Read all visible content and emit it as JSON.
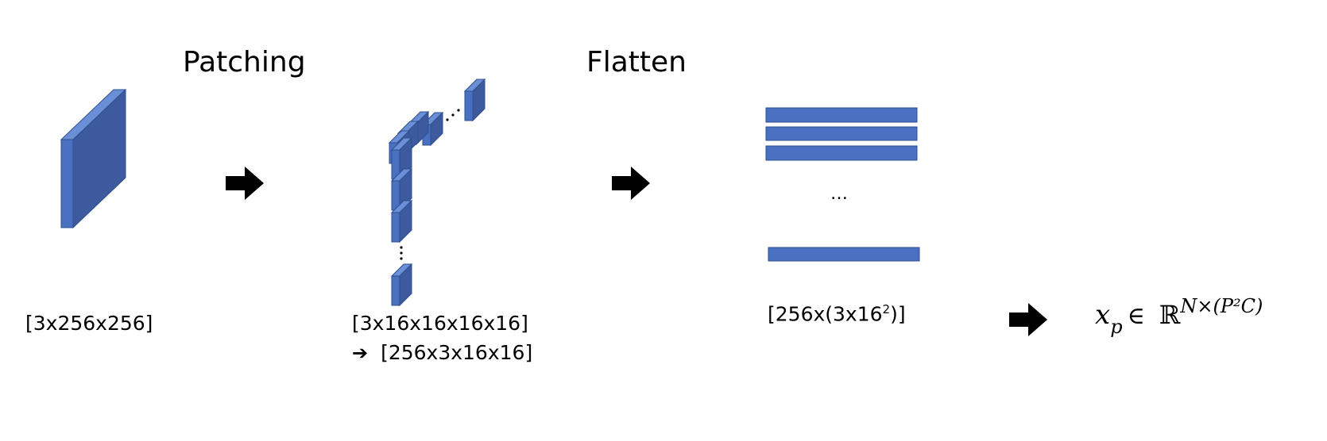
{
  "steps": {
    "patching": "Patching",
    "flatten": "Flatten"
  },
  "dims": {
    "input": "[3x256x256]",
    "patches_line1": "[3x16x16x16x16]",
    "patches_line2": "[256x3x16x16]",
    "flattened_prefix": "[256x(3x16",
    "flattened_exp": "2",
    "flattened_suffix": ")]"
  },
  "formula": {
    "var": "x",
    "sub": "p",
    "member": "∈",
    "set": "ℝ",
    "exponent": "N×(P²C)"
  },
  "ellipsis": "…",
  "colors": {
    "face": "#4a70c2",
    "side": "#3d5a9e",
    "top": "#6a8fd6",
    "edge": "#2f4f8f",
    "arrow": "#000000"
  }
}
